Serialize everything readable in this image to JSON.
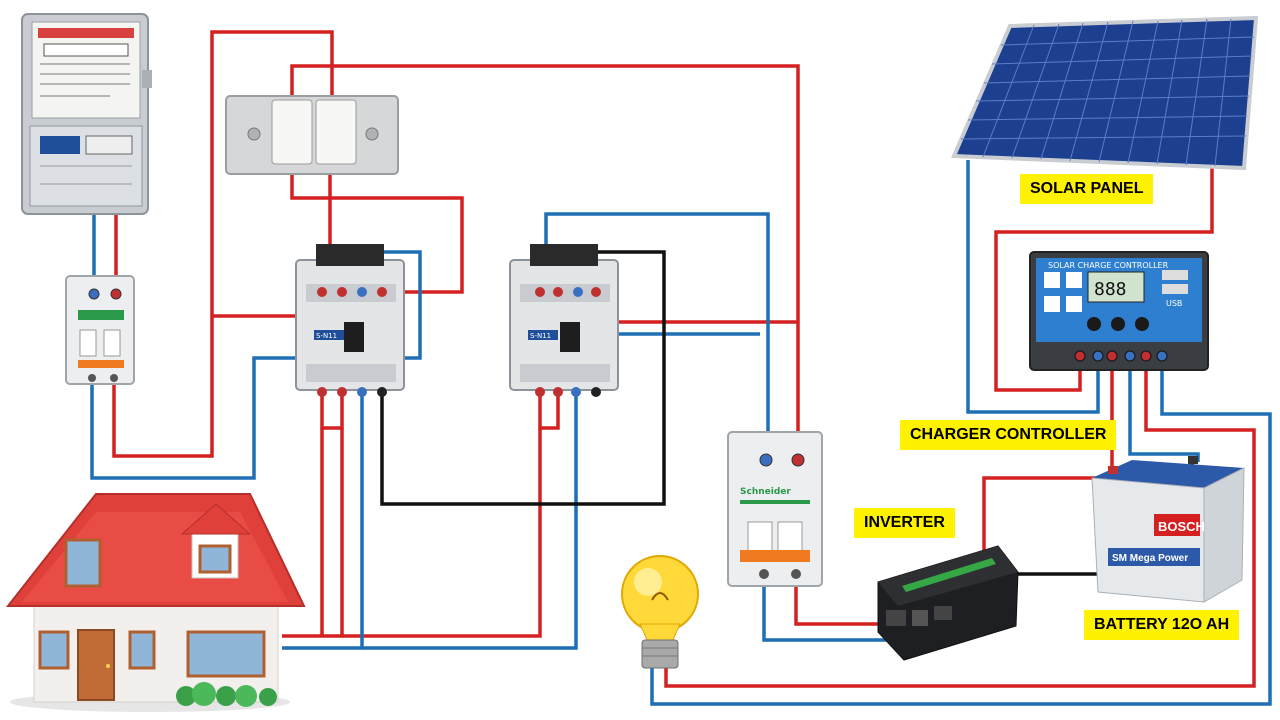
{
  "labels": {
    "solar_panel": "SOLAR PANEL",
    "charger_controller": "CHARGER CONTROLLER",
    "inverter": "INVERTER",
    "battery": "BATTERY  12O AH"
  },
  "device_text": {
    "controller_title": "SOLAR CHARGE CONTROLLER",
    "controller_display": "888",
    "controller_usb": "USB",
    "breaker_brand": "Schneider",
    "contactor_model": "S-N11",
    "battery_brand": "BOSCH",
    "battery_model": "SM Mega Power"
  },
  "colors": {
    "wire_live": "#d42020",
    "wire_neutral": "#1f6fb5",
    "wire_battery": "#111111",
    "label_background": "#fff200",
    "solar_cell": "#1d3f8f",
    "roof": "#e0403a"
  }
}
